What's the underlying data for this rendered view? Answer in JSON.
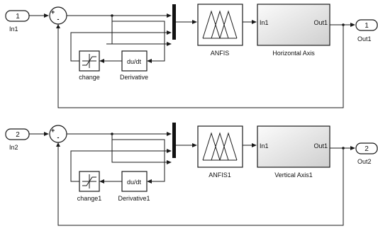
{
  "diagram": {
    "top": {
      "inport": {
        "number": "1",
        "name": "In1"
      },
      "outport": {
        "number": "1",
        "name": "Out1"
      },
      "sum_signs": {
        "plus": "+",
        "minus": "-"
      },
      "anfis": {
        "name": "ANFIS"
      },
      "subsystem": {
        "name": "Horizontal Axis",
        "in_port": "In1",
        "out_port": "Out1"
      },
      "saturation": {
        "name": "change"
      },
      "derivative": {
        "name": "Derivative",
        "symbol": "du/dt"
      }
    },
    "bottom": {
      "inport": {
        "number": "2",
        "name": "In2"
      },
      "outport": {
        "number": "2",
        "name": "Out2"
      },
      "sum_signs": {
        "plus": "+",
        "minus": "-"
      },
      "anfis": {
        "name": "ANFIS1"
      },
      "subsystem": {
        "name": "Vertical Axis1",
        "in_port": "In1",
        "out_port": "Out1"
      },
      "saturation": {
        "name": "change1"
      },
      "derivative": {
        "name": "Derivative1",
        "symbol": "du/dt"
      }
    }
  }
}
